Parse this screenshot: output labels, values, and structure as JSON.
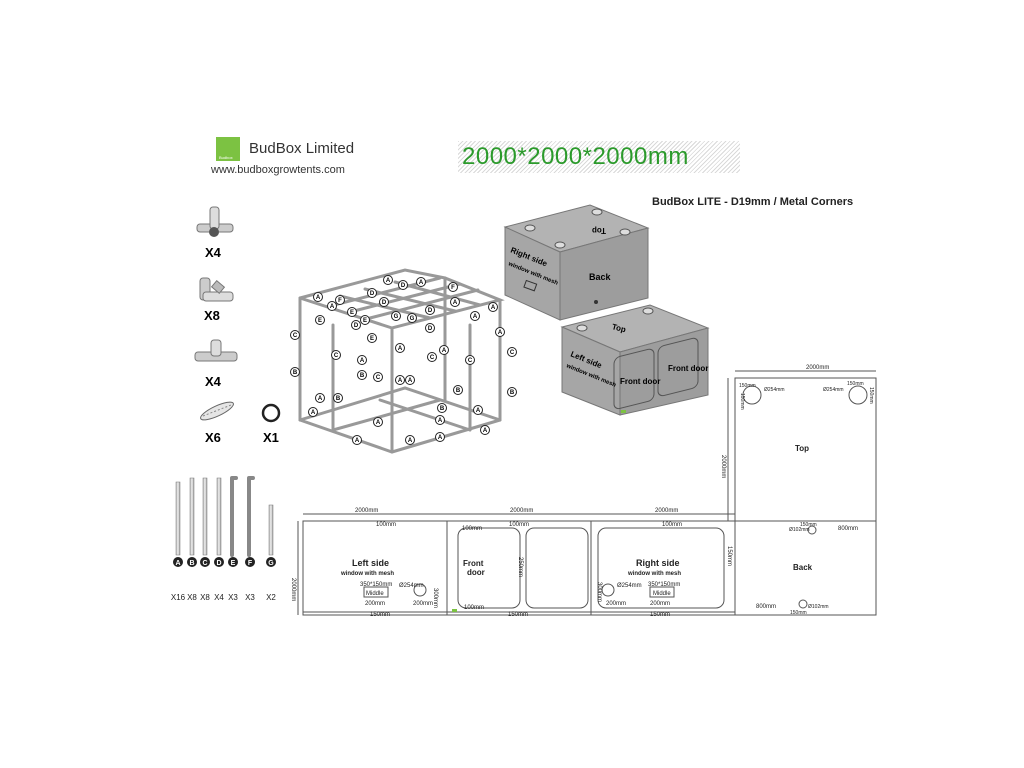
{
  "brand": {
    "company": "BudBox Limited",
    "website": "www.budboxgrowtents.com",
    "logo_text": "Budbox",
    "accent": "#7cc242"
  },
  "dimensions_title": "2000*2000*2000mm",
  "dimensions_color": "#2b9a2b",
  "product_name": "BudBox LITE - D19mm / Metal Corners",
  "connectors": [
    {
      "icon": "four-way-connector-icon",
      "qty": "X4"
    },
    {
      "icon": "elbow-connector-icon",
      "qty": "X8"
    },
    {
      "icon": "tee-connector-icon",
      "qty": "X4"
    },
    {
      "icon": "velcro-strap-icon",
      "qty": "X6"
    },
    {
      "icon": "ring-icon",
      "qty": "X1"
    }
  ],
  "poles": [
    {
      "letter": "A",
      "qty": "X16"
    },
    {
      "letter": "B",
      "qty": "X8"
    },
    {
      "letter": "C",
      "qty": "X8"
    },
    {
      "letter": "D",
      "qty": "X4"
    },
    {
      "letter": "E",
      "qty": "X3"
    },
    {
      "letter": "F",
      "qty": "X3"
    },
    {
      "letter": "G",
      "qty": "X2"
    }
  ],
  "tent_views": {
    "upper": {
      "top": "Top",
      "back": "Back",
      "side": "Right side",
      "side_sub": "window with mesh"
    },
    "lower": {
      "top": "Top",
      "side": "Left side",
      "side_sub": "window with mesh",
      "door1": "Front door",
      "door2": "Front door"
    }
  },
  "layout": {
    "left_side": {
      "title": "Left side",
      "subtitle": "window with mesh",
      "window": "350*150mm",
      "vent": "Ø254mm",
      "middle": "Middle",
      "dim_300": "300mm",
      "dim_200a": "200mm",
      "dim_200b": "200mm",
      "dim_150": "150mm",
      "dim_100": "100mm",
      "dim_2000": "2000mm",
      "dim_height": "2000mm"
    },
    "front": {
      "title": "Front",
      "title2": "door",
      "dim_2000": "2000mm",
      "dim_100a": "100mm",
      "dim_100b": "100mm",
      "dim_100c": "100mm",
      "dim_250": "250mm",
      "dim_150": "150mm",
      "dim_100_bottom": "100mm"
    },
    "right_side": {
      "title": "Right side",
      "subtitle": "window with mesh",
      "window": "350*150mm",
      "vent": "Ø254mm",
      "middle": "Middle",
      "dim_300": "300mm",
      "dim_200a": "200mm",
      "dim_200b": "200mm",
      "dim_150": "150mm",
      "dim_100": "100mm",
      "dim_2000": "2000mm",
      "dim_150v": "150mm"
    },
    "top": {
      "title": "Top",
      "dim_2000": "2000mm",
      "dim_2000v": "2000mm",
      "dim_150a": "150mm",
      "dim_150b": "150mm",
      "dim_150c": "150mm",
      "dim_150d": "150mm",
      "vent1": "Ø254mm",
      "vent2": "Ø254mm"
    },
    "back": {
      "title": "Back",
      "dim_150a": "150mm",
      "dim_150b": "150mm",
      "dim_800a": "800mm",
      "dim_800b": "800mm",
      "vent1": "Ø102mm",
      "vent2": "Ø102mm"
    }
  },
  "frame_labels": [
    "A",
    "B",
    "C",
    "D",
    "E",
    "F",
    "G"
  ]
}
